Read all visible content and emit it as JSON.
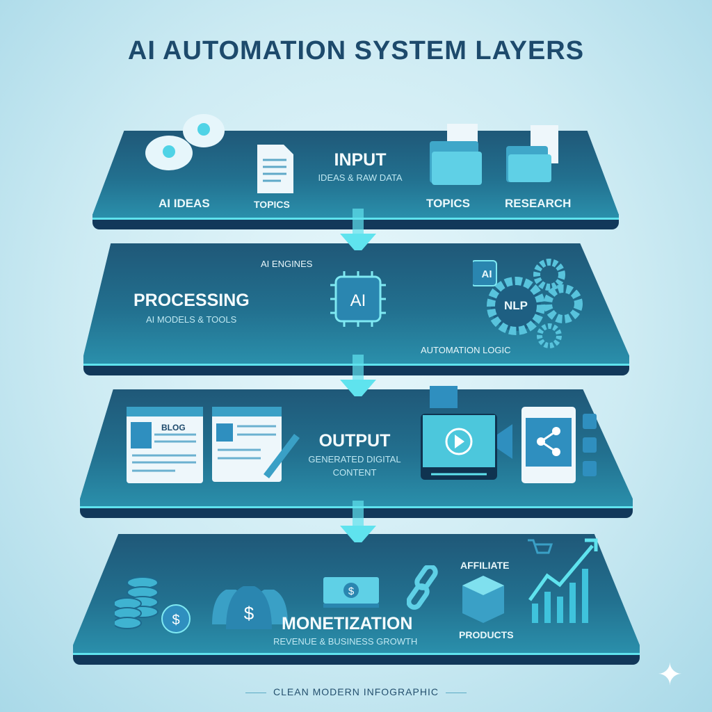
{
  "title": "AI AUTOMATION SYSTEM LAYERS",
  "layers": [
    {
      "name": "INPUT",
      "subtitle": "IDEAS & RAW DATA",
      "items": [
        "AI IDEAS",
        "TOPICS",
        "TOPICS",
        "RESEARCH"
      ]
    },
    {
      "name": "PROCESSING",
      "subtitle": "AI MODELS & TOOLS",
      "items": [
        "AI ENGINES",
        "AI",
        "AI",
        "NLP",
        "AUTOMATION LOGIC"
      ]
    },
    {
      "name": "OUTPUT",
      "subtitle_line1": "GENERATED DIGITAL",
      "subtitle_line2": "CONTENT",
      "items": [
        "BLOG"
      ]
    },
    {
      "name": "MONETIZATION",
      "subtitle": "REVENUE & BUSINESS GROWTH",
      "items": [
        "AFFILIATE",
        "PRODUCTS",
        "$"
      ]
    }
  ],
  "footer": "CLEAN MODERN INFOGRAPHIC",
  "colors": {
    "accent": "#5fe3ee",
    "panel": "#22708f",
    "title": "#1d4a6c"
  }
}
